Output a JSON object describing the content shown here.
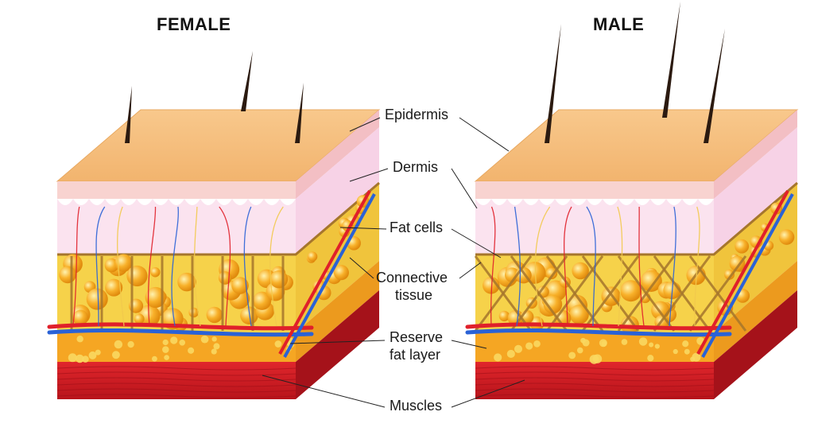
{
  "titles": {
    "female": "FEMALE",
    "male": "MALE"
  },
  "labels": {
    "epidermis": "Epidermis",
    "dermis": "Dermis",
    "fat_cells": "Fat cells",
    "connective_line1": "Connective",
    "connective_line2": "tissue",
    "reserve_line1": "Reserve",
    "reserve_line2": "fat layer",
    "muscles": "Muscles"
  },
  "colors": {
    "epidermis_top": "#f6c07e",
    "epidermis_front": "#f8d3d0",
    "dermis": "#fbe3ef",
    "fat_layer": "#f6d24a",
    "fat_cell": "#f7a21b",
    "connective": "#a6762c",
    "reserve_fat": "#f5a623",
    "muscle": "#d8242a",
    "muscle_dark": "#a5121a",
    "artery": "#e0202a",
    "vein": "#2a62d6",
    "nerve": "#f2c94c"
  }
}
